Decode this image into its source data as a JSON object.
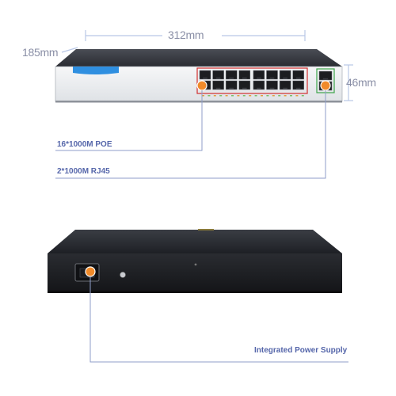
{
  "dimensions": {
    "width": "312mm",
    "depth": "185mm",
    "height": "46mm"
  },
  "callouts": {
    "poe_ports": "16*1000M POE",
    "rj45_ports": "2*1000M RJ45",
    "power": "Integrated Power Supply"
  },
  "colors": {
    "dimension_line": "#b9c7e6",
    "callout_line": "#8f9ec9",
    "callout_text": "#5566aa",
    "marker": "#f08a2a",
    "port_frame": "#d12f2f",
    "uplink_frame": "#3da54a",
    "accent_stripe": "#2e8ad8"
  },
  "ports": {
    "poe_count": 16,
    "uplink_count": 2
  }
}
